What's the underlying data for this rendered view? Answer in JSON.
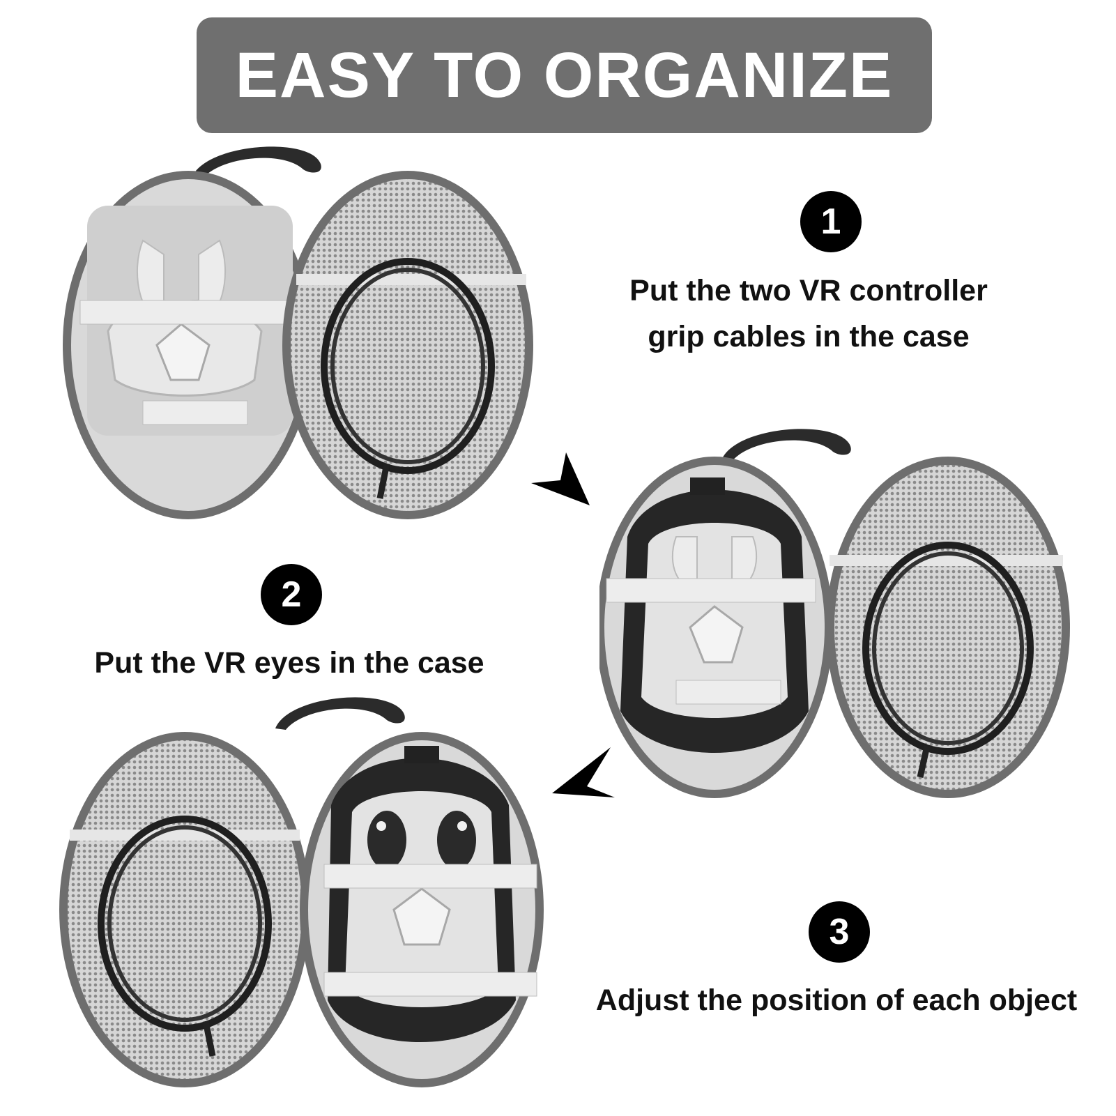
{
  "title": "EASY TO ORGANIZE",
  "colors": {
    "banner": "#6f6f6f",
    "banner_text": "#ffffff",
    "step_badge": "#000000",
    "step_text": "#111111"
  },
  "steps": [
    {
      "number": "1",
      "line1": "Put the two VR controller",
      "line2": "grip cables in the case"
    },
    {
      "number": "2",
      "line1": "Put the VR eyes in the case"
    },
    {
      "number": "3",
      "line1": "Adjust the position of each object"
    }
  ],
  "images": [
    "open-case-with-controller-mount-and-cables-photo",
    "open-case-with-headset-and-cables-photo",
    "open-case-with-cables-and-headset-adjusted-photo"
  ],
  "icons": [
    "arrow-right-down-icon",
    "arrow-left-down-icon"
  ]
}
